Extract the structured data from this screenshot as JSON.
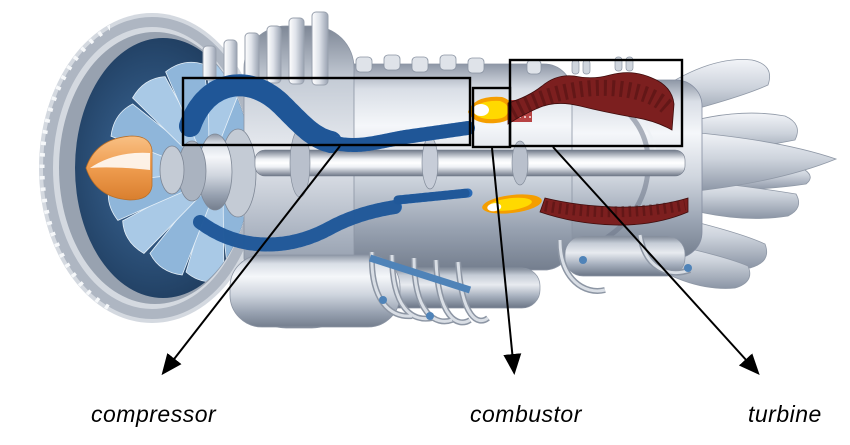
{
  "diagram": {
    "description": "Cutaway illustration of a turbofan jet engine with three annotated sections",
    "annotations": [
      {
        "id": "compressor",
        "label": "compressor"
      },
      {
        "id": "combustor",
        "label": "combustor"
      },
      {
        "id": "turbine",
        "label": "turbine"
      }
    ],
    "colors": {
      "background": "#ffffff",
      "annotation_ink": "#000000",
      "compressor_blue": "#2a6ab5",
      "compressor_blue_dark": "#16467e",
      "flame_yellow": "#ffd900",
      "flame_orange": "#f59e00",
      "turbine_maroon": "#7c1f1f",
      "turbine_maroon_dark": "#4a0f0f",
      "fan_navy": "#1d3b5e",
      "fan_blade_blue": "#a9c9e6",
      "spinner_orange": "#ef9c4f",
      "pipe_blue": "#4f83b8"
    }
  }
}
